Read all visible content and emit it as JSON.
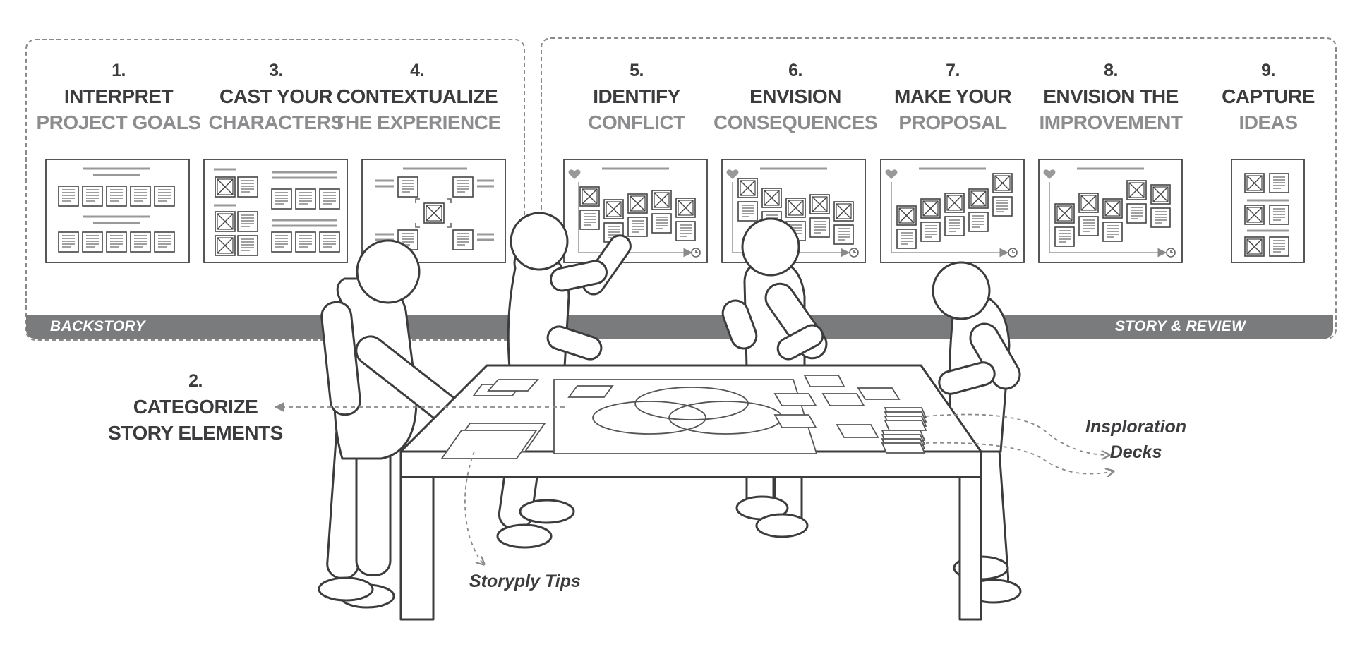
{
  "band": {
    "left_label": "BACKSTORY",
    "right_label": "STORY & REVIEW"
  },
  "steps": [
    {
      "num": "1.",
      "line1": "INTERPRET",
      "line2": "PROJECT GOALS"
    },
    {
      "num": "3.",
      "line1": "CAST YOUR",
      "line2": "CHARACTERS"
    },
    {
      "num": "4.",
      "line1": "CONTEXTUALIZE",
      "line2": "THE EXPERIENCE"
    },
    {
      "num": "5.",
      "line1": "IDENTIFY",
      "line2": "CONFLICT"
    },
    {
      "num": "6.",
      "line1": "ENVISION",
      "line2": "CONSEQUENCES"
    },
    {
      "num": "7.",
      "line1": "MAKE YOUR",
      "line2": "PROPOSAL"
    },
    {
      "num": "8.",
      "line1": "ENVISION THE",
      "line2": "IMPROVEMENT"
    },
    {
      "num": "9.",
      "line1": "CAPTURE",
      "line2": "IDEAS"
    }
  ],
  "step2": {
    "num": "2.",
    "line1": "CATEGORIZE",
    "line2": "STORY ELEMENTS"
  },
  "callouts": {
    "tips": "Storyply Tips",
    "decks_line1": "Insploration",
    "decks_line2": "Decks"
  },
  "colors": {
    "ink": "#3c3c3e",
    "muted": "#8d8d8f",
    "band": "#7a7b7d",
    "dash": "#8a8a8a"
  },
  "icons": [
    "heart-icon",
    "clock-icon",
    "placeholder-image-icon",
    "text-card-icon",
    "arrow-icon"
  ]
}
